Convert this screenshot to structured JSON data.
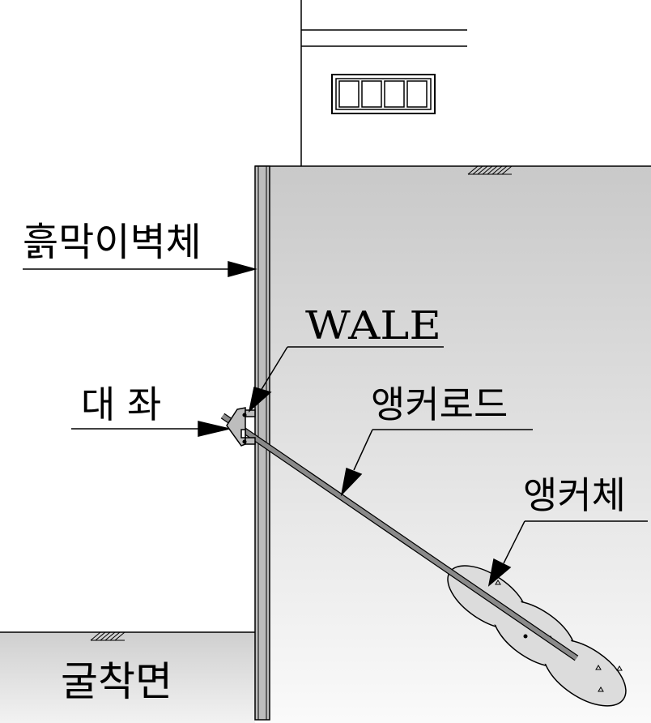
{
  "labels": {
    "retaining_wall": "흙막이벽체",
    "wale": "WALE",
    "bracket": "대 좌",
    "anchor_rod": "앵커로드",
    "anchor_body": "앵커체",
    "excavation_surface": "굴착면"
  },
  "colors": {
    "soil_top": "#c9c9c9",
    "soil_bottom": "#fafafa",
    "wall": "#bdbdbd",
    "rod": "#8a8a8a",
    "grout": "#dcdcdc"
  }
}
